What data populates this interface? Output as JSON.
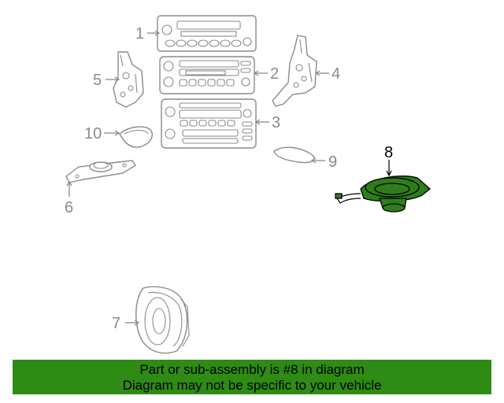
{
  "diagram": {
    "callouts": {
      "c1": "1",
      "c2": "2",
      "c3": "3",
      "c4": "4",
      "c5": "5",
      "c6": "6",
      "c7": "7",
      "c8": "8",
      "c9": "9",
      "c10": "10"
    },
    "highlighted_part": "8"
  },
  "banner": {
    "line1": "Part or sub-assembly is #8 in diagram",
    "line2": "Diagram may not be specific to your vehicle",
    "color": "#2e8b14"
  },
  "colors": {
    "line_art": "#8a8a8a",
    "highlight": "#2f7d1a"
  }
}
